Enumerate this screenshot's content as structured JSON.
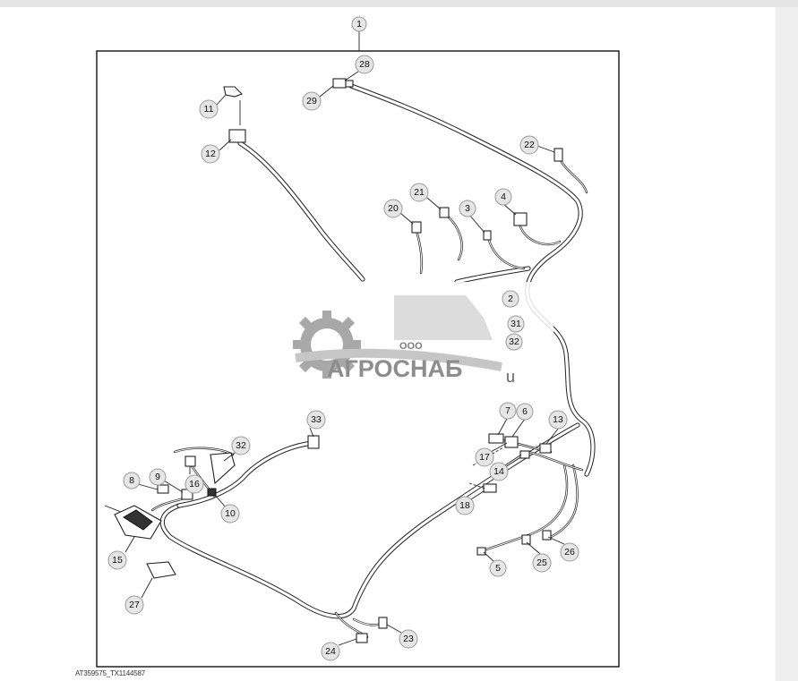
{
  "figure": {
    "caption": "AT359575_TX1144587",
    "top_callout": "1"
  },
  "callouts": [
    "2",
    "3",
    "4",
    "5",
    "6",
    "7",
    "8",
    "9",
    "10",
    "11",
    "12",
    "13",
    "14",
    "15",
    "16",
    "17",
    "18",
    "20",
    "21",
    "22",
    "23",
    "24",
    "25",
    "26",
    "27",
    "28",
    "29",
    "31",
    "32",
    "33"
  ],
  "labels": {
    "c1": "1",
    "c2": "2",
    "c3": "3",
    "c4": "4",
    "c5": "5",
    "c6": "6",
    "c7": "7",
    "c8": "8",
    "c9": "9",
    "c10": "10",
    "c11": "11",
    "c12": "12",
    "c13": "13",
    "c14": "14",
    "c15": "15",
    "c16": "16",
    "c17": "17",
    "c18": "18",
    "c20": "20",
    "c21": "21",
    "c22": "22",
    "c23": "23",
    "c24": "24",
    "c25": "25",
    "c26": "26",
    "c27": "27",
    "c28": "28",
    "c29": "29",
    "c31": "31",
    "c32a": "32",
    "c32b": "32",
    "c33": "33"
  },
  "watermark": {
    "prefix": "ООО",
    "name": "АГРОСНАБ",
    "suffix": "u"
  }
}
